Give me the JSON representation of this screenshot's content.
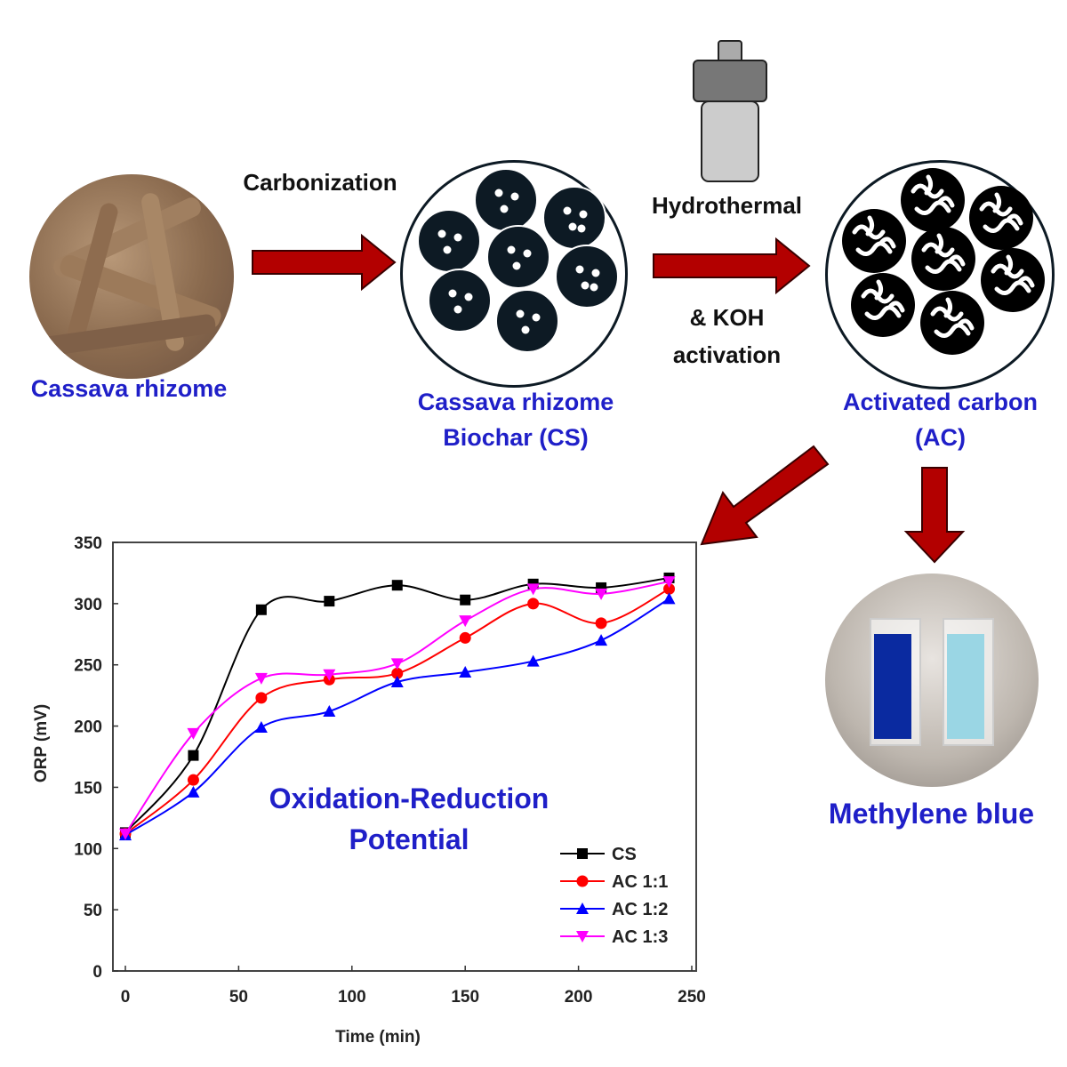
{
  "labels": {
    "cassava_rhizome": "Cassava rhizome",
    "biochar_line1": "Cassava rhizome",
    "biochar_line2": "Biochar (CS)",
    "carbonization": "Carbonization",
    "hydrothermal": "Hydrothermal",
    "koh_line1": "& KOH",
    "koh_line2": "activation",
    "ac_line1": "Activated carbon",
    "ac_line2": "(AC)",
    "methylene_blue": "Methylene blue",
    "orp_line1": "Oxidation-Reduction",
    "orp_line2": "Potential"
  },
  "colors": {
    "label_blue": "#1f1fc8",
    "arrow_red": "#b30000",
    "particle": "#0d1a24"
  },
  "chart_data": {
    "type": "line",
    "title": "",
    "xlabel": "Time (min)",
    "ylabel": "ORP (mV)",
    "xlim": [
      0,
      250
    ],
    "ylim": [
      0,
      350
    ],
    "xticks": [
      0,
      50,
      100,
      150,
      200,
      250
    ],
    "yticks": [
      0,
      50,
      100,
      150,
      200,
      250,
      300,
      350
    ],
    "x": [
      0,
      30,
      60,
      90,
      120,
      150,
      180,
      210,
      240
    ],
    "legend_position": "bottom-right",
    "series": [
      {
        "name": "CS",
        "color": "#000000",
        "marker": "square",
        "values": [
          113,
          176,
          295,
          302,
          315,
          303,
          316,
          313,
          321
        ]
      },
      {
        "name": "AC 1:1",
        "color": "#ff0000",
        "marker": "circle",
        "values": [
          112,
          156,
          223,
          238,
          243,
          272,
          300,
          284,
          312
        ]
      },
      {
        "name": "AC 1:2",
        "color": "#0000ff",
        "marker": "triangle-up",
        "values": [
          111,
          146,
          199,
          212,
          236,
          244,
          253,
          270,
          304
        ]
      },
      {
        "name": "AC 1:3",
        "color": "#ff00ff",
        "marker": "triangle-down",
        "values": [
          112,
          194,
          239,
          242,
          251,
          286,
          312,
          308,
          318
        ]
      }
    ]
  }
}
